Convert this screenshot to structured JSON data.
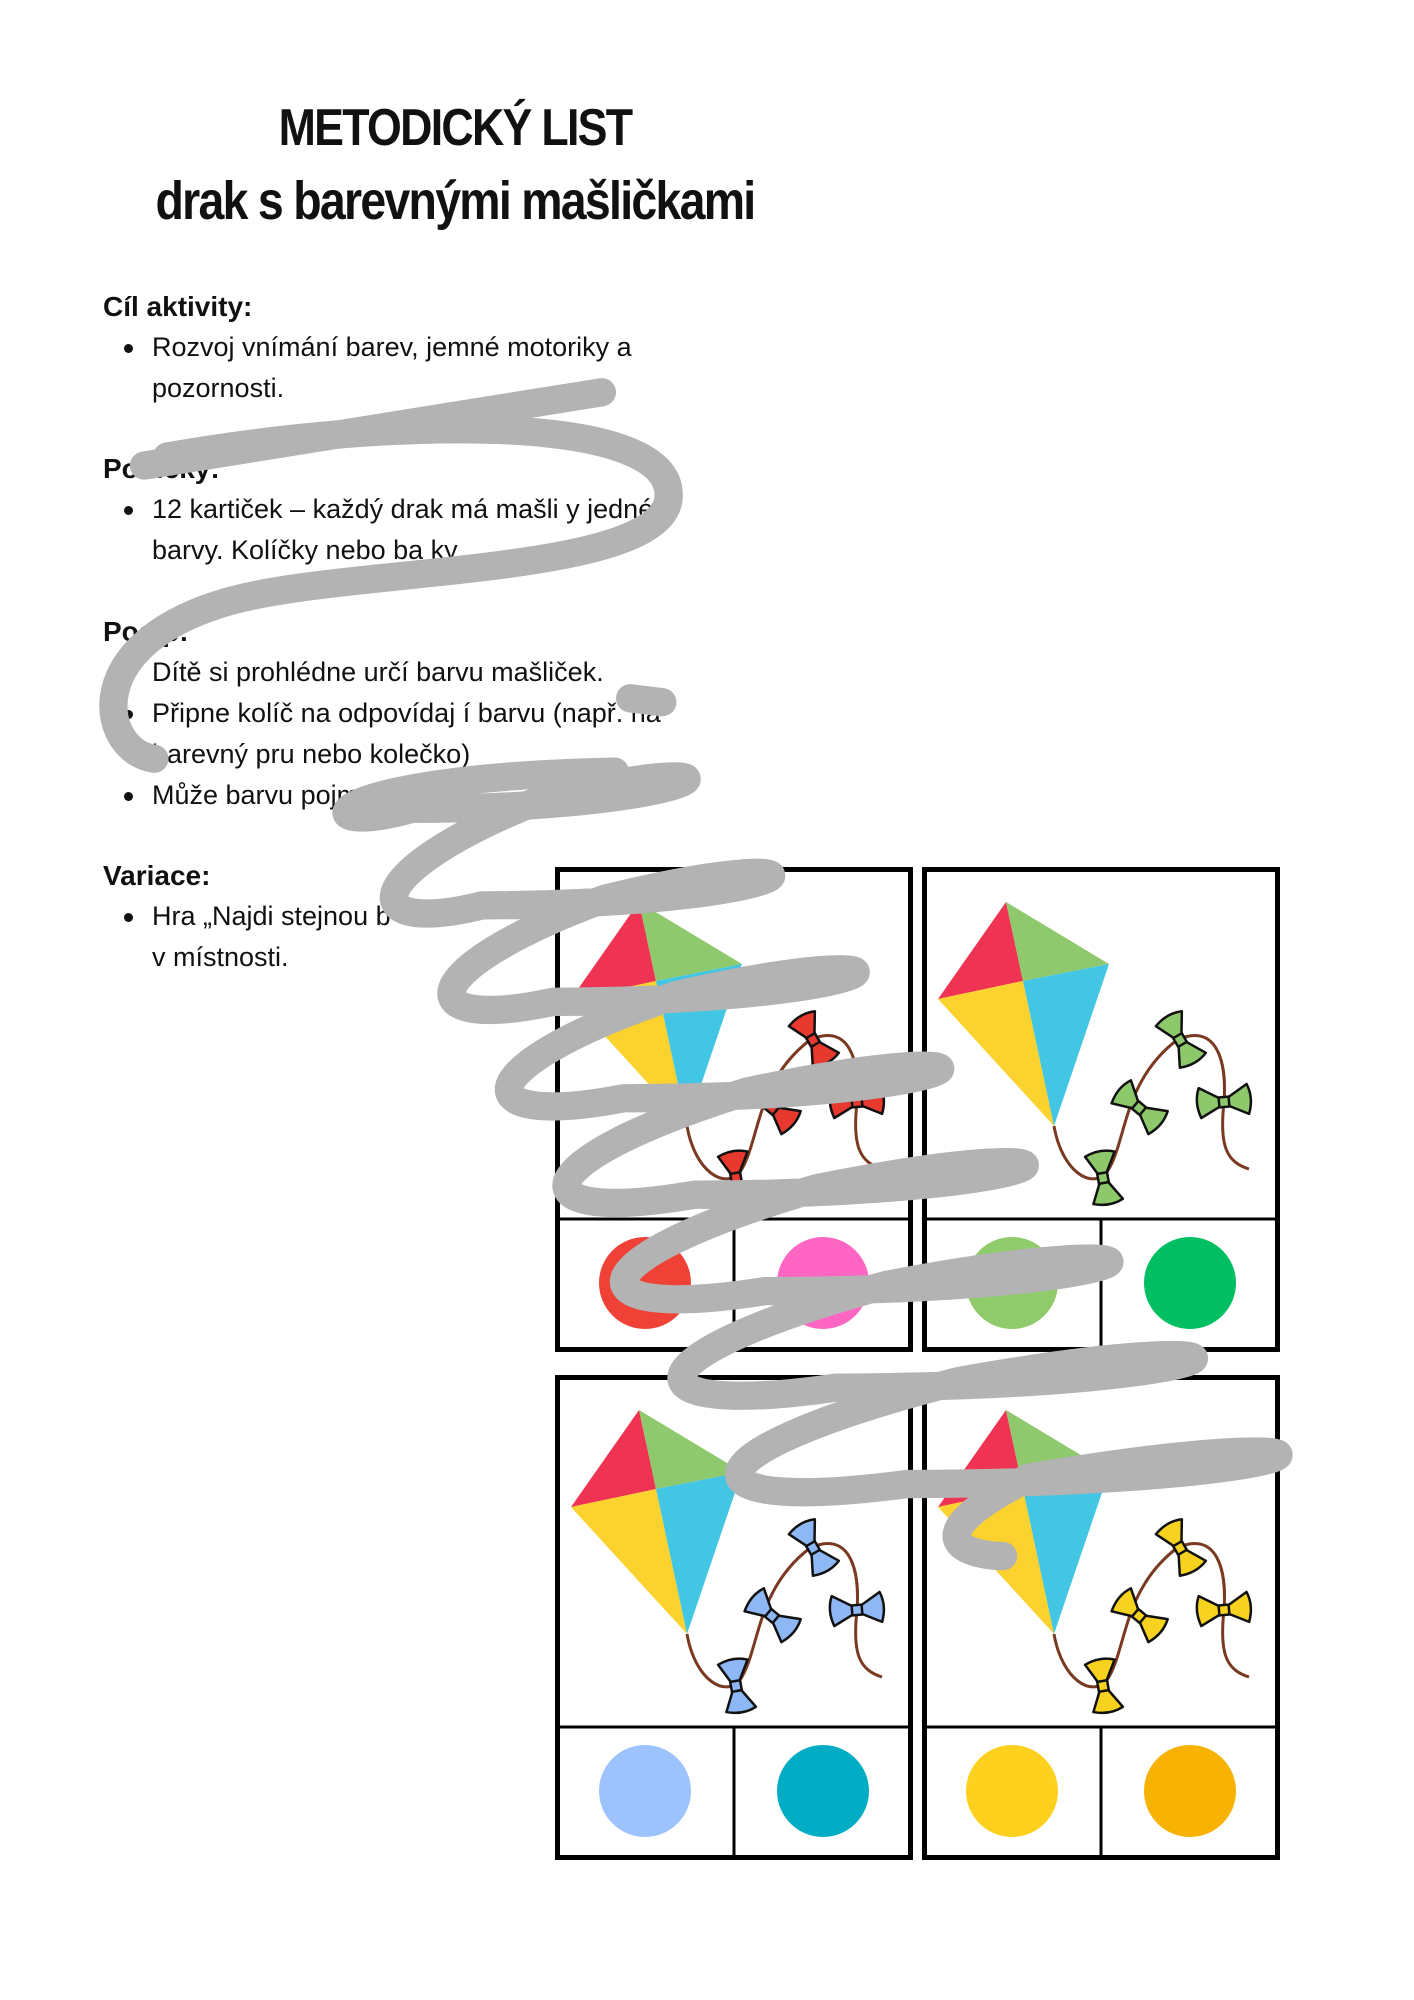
{
  "title": {
    "line1": "METODICKÝ LIST",
    "line2": "drak s barevnými mašličkami"
  },
  "sections": [
    {
      "heading": "Cíl aktivity:",
      "items": [
        {
          "text": "Rozvoj vnímání barev, jemné motoriky a",
          "bullet": true
        },
        {
          "text": "pozornosti.",
          "bullet": false
        }
      ]
    },
    {
      "heading": "Po    ůcky:",
      "items": [
        {
          "text": "12 kartiček – každý drak má mašli     y jedné",
          "bullet": true
        },
        {
          "text": "barvy. Kolíčky nebo ba              ky.",
          "bullet": false
        }
      ]
    },
    {
      "heading": "Pos    p:",
      "items": [
        {
          "text": "Dítě si prohlédne          určí barvu mašliček.",
          "bullet": false
        },
        {
          "text": "Připne kolíč    na odpovídaj    í barvu (např. na",
          "bullet": true
        },
        {
          "text": "barevný pru    nebo kolečko)",
          "bullet": false
        },
        {
          "text": "Může barvu pojme             nahlas.",
          "bullet": true
        }
      ]
    },
    {
      "heading": "Variace:",
      "items": [
        {
          "text": "Hra „Najdi stejnou b",
          "bullet": true
        },
        {
          "text": "v místnosti.",
          "bullet": false
        }
      ]
    }
  ],
  "cards": [
    {
      "bow_color": "#E8392F",
      "circles": [
        "#EF4136",
        "#FF66C4"
      ]
    },
    {
      "bow_color": "#8DC96B",
      "circles": [
        "#8FCB6B",
        "#00BF63"
      ]
    },
    {
      "bow_color": "#8EB8F5",
      "circles": [
        "#9DC3FF",
        "#00ADC4"
      ]
    },
    {
      "bow_color": "#F7D21E",
      "circles": [
        "#FDD11E",
        "#F7B202"
      ]
    }
  ],
  "kite_colors": {
    "top_left": "#EE3452",
    "top_right": "#8FC96D",
    "bottom_left": "#FCD22F",
    "bottom_right": "#43C5E4"
  },
  "scribble_color": "#B3B3B3"
}
